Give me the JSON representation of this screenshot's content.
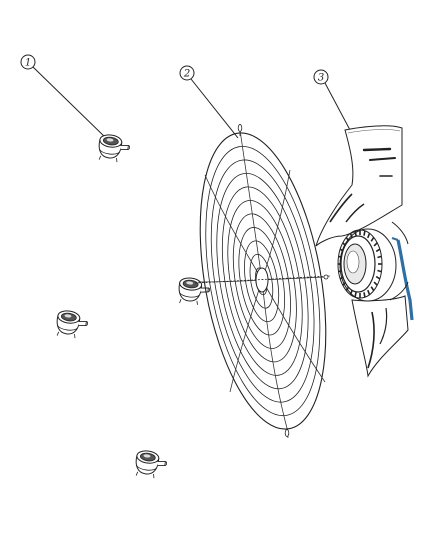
{
  "callouts": [
    {
      "label": "1"
    },
    {
      "label": "2"
    },
    {
      "label": "3"
    }
  ],
  "parts": {
    "mounting_clip": {
      "count": 4
    },
    "guard_ring_count": 11
  },
  "colors": {
    "line": "#222222",
    "accent_blue": "#2f6fa3"
  }
}
